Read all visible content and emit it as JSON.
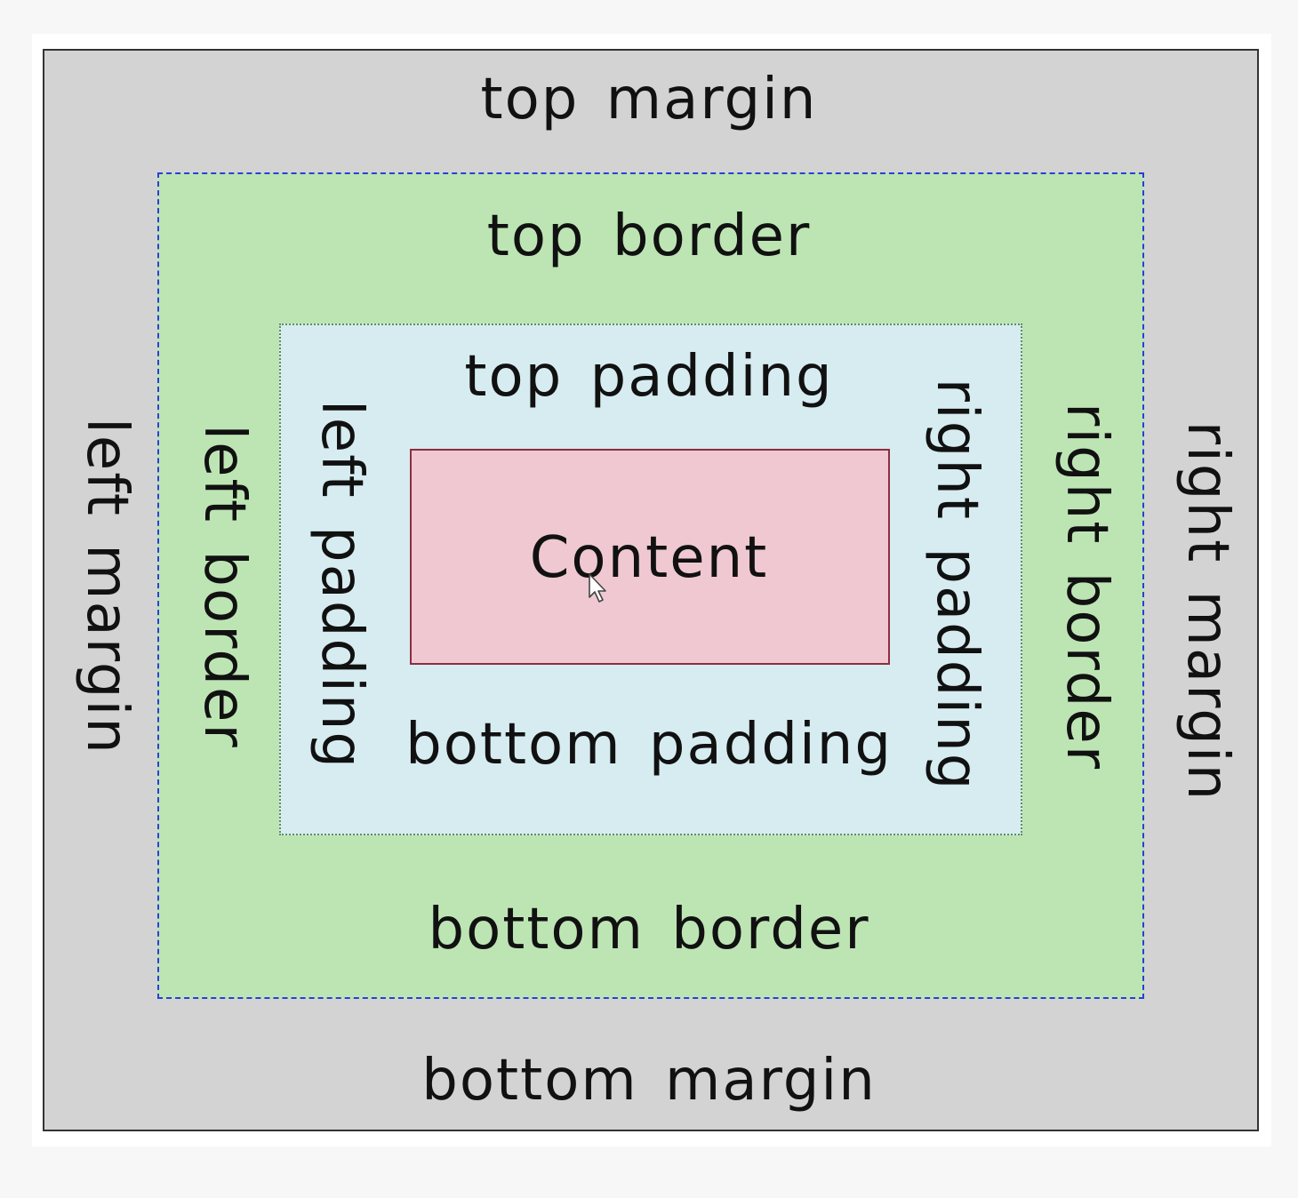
{
  "diagram": {
    "content": "Content",
    "padding": {
      "top": "top padding",
      "bottom": "bottom padding",
      "left": "left padding",
      "right": "right padding"
    },
    "border": {
      "top": "top border",
      "bottom": "bottom border",
      "left": "left border",
      "right": "right border"
    },
    "margin": {
      "top": "top margin",
      "bottom": "bottom margin",
      "left": "left margin",
      "right": "right margin"
    }
  },
  "colors": {
    "background": "#f7f7f7",
    "margin_fill": "#d3d3d3",
    "border_fill": "#bde5b4",
    "border_outline": "#2a3fd6",
    "padding_fill": "#d6ecf1",
    "content_fill": "#efc8d1",
    "content_outline": "#8b2e3f"
  },
  "icons": {
    "cursor": "mouse-pointer-icon"
  }
}
